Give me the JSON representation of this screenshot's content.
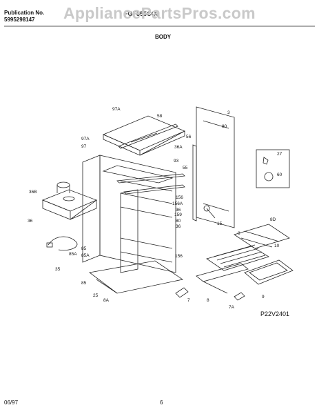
{
  "header": {
    "publication_label": "Publication No.",
    "publication_number": "5995298147",
    "watermark": "AppliancePartsPros.com",
    "model": "FGF355CQ3",
    "section_title": "BODY"
  },
  "diagram": {
    "code": "P22V2401",
    "callouts": [
      "97A",
      "58",
      "3",
      "80",
      "56",
      "36A",
      "97A",
      "97",
      "93",
      "55",
      "27",
      "60",
      "36B",
      "156",
      "156A",
      "36",
      "159",
      "15",
      "36",
      "85",
      "85A",
      "85A",
      "80",
      "36",
      "8D",
      "10",
      "8",
      "156",
      "35",
      "85",
      "25",
      "8A",
      "7",
      "7A",
      "8",
      "9"
    ]
  },
  "footer": {
    "date": "06/97",
    "page": "6"
  }
}
